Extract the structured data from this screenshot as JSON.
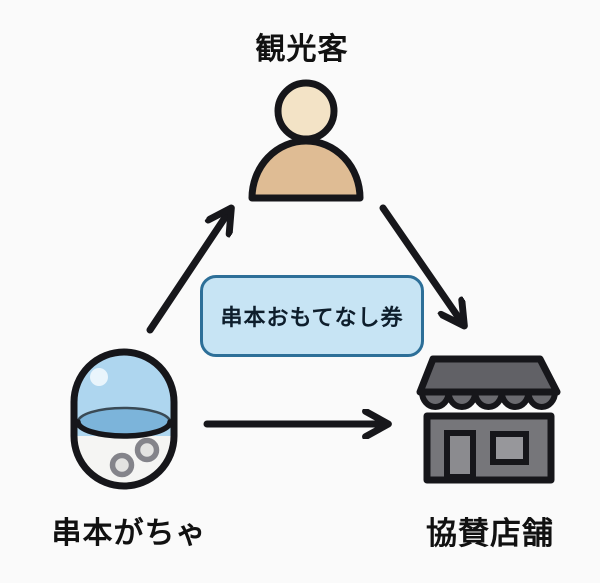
{
  "diagram": {
    "type": "cycle-diagram",
    "nodes": {
      "tourist": {
        "label": "観光客",
        "icon": "person-icon"
      },
      "gacha": {
        "label": "串本がちゃ",
        "icon": "gacha-capsule-icon"
      },
      "stores": {
        "label": "協賛店舗",
        "icon": "storefront-icon"
      }
    },
    "center_box": {
      "label": "串本おもてなし券"
    },
    "arrows": [
      {
        "from": "gacha",
        "to": "tourist"
      },
      {
        "from": "tourist",
        "to": "stores"
      },
      {
        "from": "gacha",
        "to": "stores"
      }
    ]
  },
  "colors": {
    "background": "#fafafa",
    "arrow": "#17171b",
    "outline": "#16161a",
    "label_text": "#111111",
    "box_fill": "#c7e4f4",
    "box_border": "#2d6f98",
    "box_text": "#0e1e2c",
    "person_head": "#f3e3c6",
    "person_body": "#dfbc94",
    "capsule_body": "#f5f5f3",
    "capsule_dome": "#aed6ef",
    "capsule_liquid": "#7cb4da",
    "capsule_highlight": "#e9f5fc",
    "gacha_ball_ring": "#84848a",
    "gacha_ball_fill": "#e3e3e1",
    "store_roof": "#616166",
    "store_awning": "#6a6a6f",
    "store_body": "#76767a",
    "store_door": "#8b8b8f",
    "store_window": "#97979b"
  }
}
